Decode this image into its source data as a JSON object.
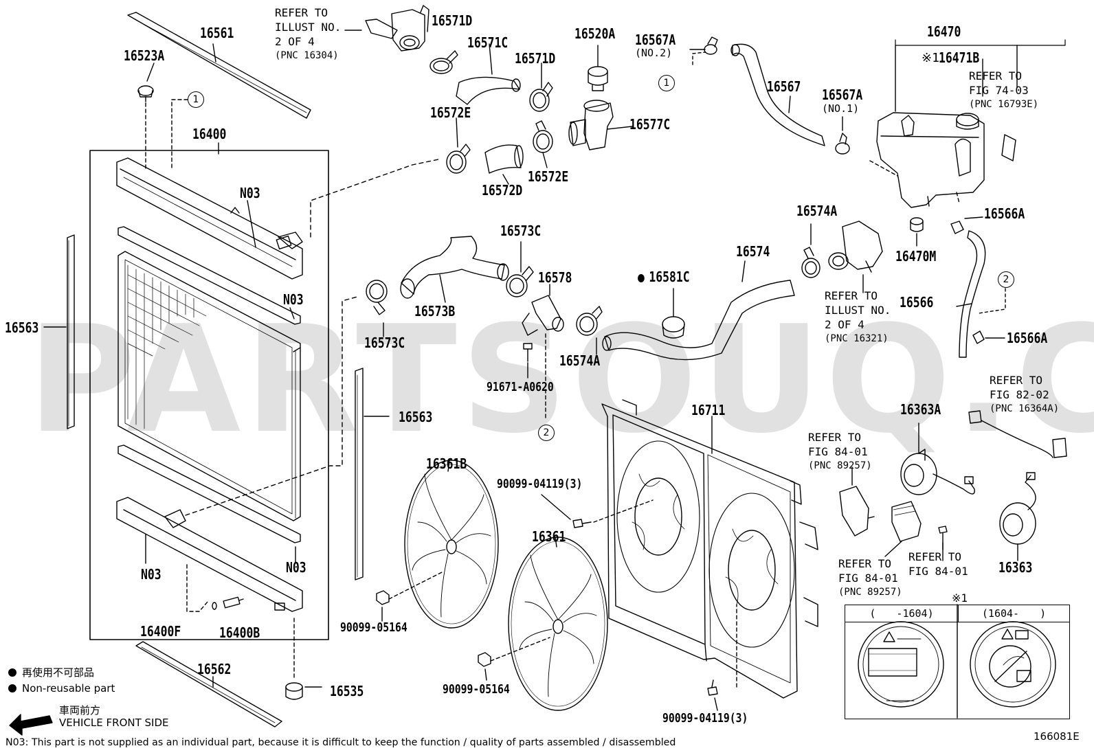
{
  "diagram_code": "166081E",
  "watermark": "PARTSOUQ.COM",
  "parts": {
    "p16561": "16561",
    "p16523A": "16523A",
    "p16400": "16400",
    "p16563_left": "16563",
    "p16563_mid": "16563",
    "n03_upper": "N03",
    "n03_mid": "N03",
    "n03_lower_left": "N03",
    "n03_lower_right": "N03",
    "p16400F": "16400F",
    "p16400B": "16400B",
    "p16562": "16562",
    "p16535": "16535",
    "p16571D_a": "16571D",
    "p16571C": "16571C",
    "p16571D_b": "16571D",
    "p16520A": "16520A",
    "p16572E_a": "16572E",
    "p16577C": "16577C",
    "p16572D": "16572D",
    "p16572E_b": "16572E",
    "p16573C_a": "16573C",
    "p16578": "16578",
    "p16573B": "16573B",
    "p16573C_b": "16573C",
    "p16574A_a": "16574A",
    "p91671": "91671-A0620",
    "p16581C": "16581C",
    "p16574": "16574",
    "p16574A_b": "16574A",
    "p16567A_a": "16567A",
    "p16567A_a_sub": "(NO.2)",
    "p16567": "16567",
    "p16567A_b": "16567A",
    "p16567A_b_sub": "(NO.1)",
    "p16470": "16470",
    "p16471B": "16471B",
    "p16471B_mark": "※1",
    "p16566A_a": "16566A",
    "p16470M": "16470M",
    "p16566": "16566",
    "p16566A_b": "16566A",
    "p16711": "16711",
    "p16361B": "16361B",
    "p16361": "16361",
    "p90099_04119_a": "90099-04119(3)",
    "p90099_04119_b": "90099-04119(3)",
    "p90099_05164_a": "90099-05164",
    "p90099_05164_b": "90099-05164",
    "p16363A": "16363A",
    "p16363": "16363"
  },
  "callouts": {
    "c1_a": "1",
    "c1_b": "1",
    "c2_a": "2",
    "c2_b": "2"
  },
  "refs": {
    "r16304": {
      "l1": "REFER TO",
      "l2": "ILLUST NO.",
      "l3": "2 OF 4",
      "l4": "(PNC 16304)"
    },
    "r16321": {
      "l1": "REFER TO",
      "l2": "ILLUST NO.",
      "l3": "2 OF 4",
      "l4": "(PNC 16321)"
    },
    "r7403": {
      "l1": "REFER TO",
      "l2": "FIG 74-03",
      "l3": "(PNC 16793E)"
    },
    "r8202": {
      "l1": "REFER TO",
      "l2": "FIG 82-02",
      "l3": "(PNC 16364A)"
    },
    "r8401_a": {
      "l1": "REFER TO",
      "l2": "FIG 84-01",
      "l3": "(PNC 89257)"
    },
    "r8401_b": {
      "l1": "REFER TO",
      "l2": "FIG 84-01",
      "l3": "(PNC 89257)"
    },
    "r8401_c": {
      "l1": "REFER TO",
      "l2": "FIG 84-01"
    }
  },
  "variant_box": {
    "mark": "※1",
    "col_left": "(　　-1604)",
    "col_right": "(1604-　　)"
  },
  "legend": {
    "jp": "再使用不可部品",
    "en": "Non-reusable part",
    "front_jp": "車両前方",
    "front_en": "VEHICLE FRONT SIDE",
    "footnote": "N03: This part is not supplied as an individual part, because it is difficult to keep the function / quality of parts assembled / disassembled"
  }
}
